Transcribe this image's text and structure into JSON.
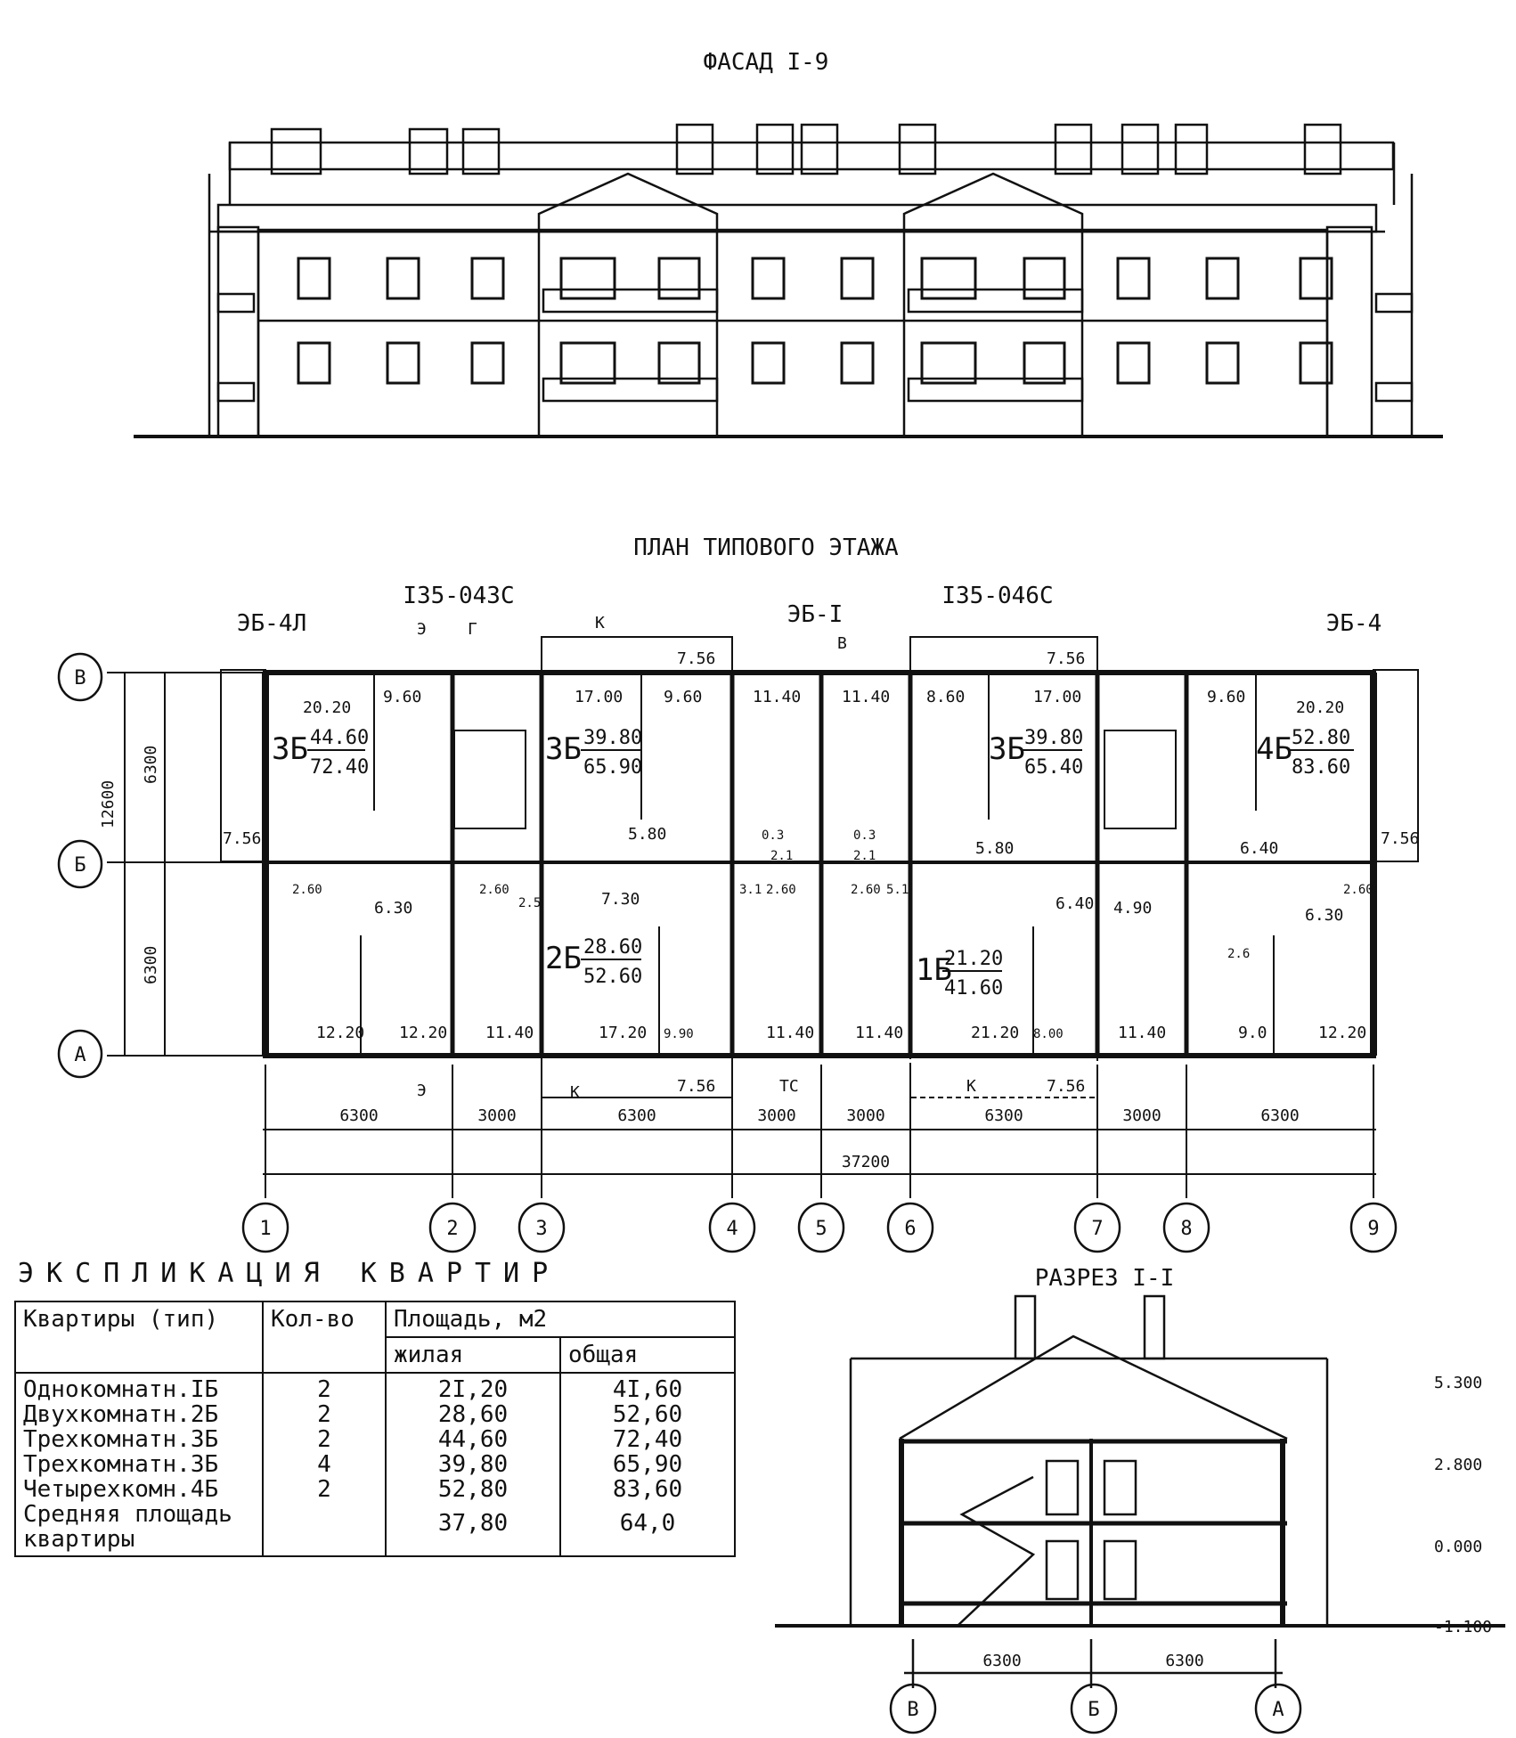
{
  "facade": {
    "title": "ФАСАД I-9"
  },
  "plan": {
    "title": "ПЛАН ТИПОВОГО ЭТАЖА",
    "section_refs": [
      "I35-043С",
      "I35-046С"
    ],
    "block_labels": [
      "ЭБ-4Л",
      "ЭБ-I",
      "ЭБ-4"
    ],
    "row_axes": [
      "В",
      "Б",
      "А"
    ],
    "column_axes": [
      "1",
      "2",
      "3",
      "4",
      "5",
      "6",
      "7",
      "8",
      "9"
    ],
    "vertical_dims": [
      "12600",
      "6300",
      "6300"
    ],
    "bay_dims": [
      "6300",
      "3000",
      "6300",
      "3000",
      "3000",
      "6300",
      "3000",
      "6300"
    ],
    "total_length": "37200",
    "apartments": [
      {
        "type": "3Б",
        "living": "44.60",
        "total": "72.40"
      },
      {
        "type": "3Б",
        "living": "39.80",
        "total": "65.90"
      },
      {
        "type": "3Б",
        "living": "39.80",
        "total": "65.40"
      },
      {
        "type": "4Б",
        "living": "52.80",
        "total": "83.60"
      },
      {
        "type": "2Б",
        "living": "28.60",
        "total": "52.60"
      },
      {
        "type": "1Б",
        "living": "21.20",
        "total": "41.60"
      }
    ],
    "room_areas": [
      "20.20",
      "9.60",
      "17.00",
      "9.60",
      "11.40",
      "11.40",
      "8.60",
      "17.00",
      "9.60",
      "20.20",
      "7.56",
      "7.56",
      "7.56",
      "7.56",
      "7.56",
      "7.56",
      "5.80",
      "5.80",
      "6.40",
      "2.60",
      "6.30",
      "2.60",
      "2.5",
      "7.30",
      "3.1",
      "2.60",
      "2.60",
      "5.1",
      "6.40",
      "4.90",
      "2.60",
      "6.30",
      "2.6",
      "12.20",
      "12.20",
      "11.40",
      "17.20",
      "9.90",
      "11.40",
      "11.40",
      "21.20",
      "8.00",
      "11.40",
      "9.0",
      "12.20",
      "0.3",
      "2.1",
      "0.3",
      "2.1"
    ],
    "markers": [
      "Э",
      "Г",
      "К",
      "В",
      "ТС"
    ]
  },
  "explication": {
    "title": "ЭКСПЛИКАЦИЯ КВАРТИР",
    "headers": {
      "type": "Квартиры (тип)",
      "count": "Кол-во",
      "area": "Площадь, м2",
      "living": "жилая",
      "total": "общая"
    },
    "rows": [
      {
        "type": "Однокомнатн.IБ",
        "count": "2",
        "living": "2I,20",
        "total": "4I,60"
      },
      {
        "type": "Двухкомнатн.2Б",
        "count": "2",
        "living": "28,60",
        "total": "52,60"
      },
      {
        "type": "Трехкомнатн.3Б",
        "count": "2",
        "living": "44,60",
        "total": "72,40"
      },
      {
        "type": "Трехкомнатн.3Б",
        "count": "4",
        "living": "39,80",
        "total": "65,90"
      },
      {
        "type": "Четырехкомн.4Б",
        "count": "2",
        "living": "52,80",
        "total": "83,60"
      }
    ],
    "average": {
      "label": "Средняя площадь квартиры",
      "living": "37,80",
      "total": "64,0"
    }
  },
  "section": {
    "title": "РАЗРЕЗ I-I",
    "levels": [
      "5.300",
      "2.800",
      "0.000",
      "-1.100"
    ],
    "dims": [
      "6300",
      "6300"
    ],
    "axes": [
      "В",
      "Б",
      "А"
    ]
  }
}
